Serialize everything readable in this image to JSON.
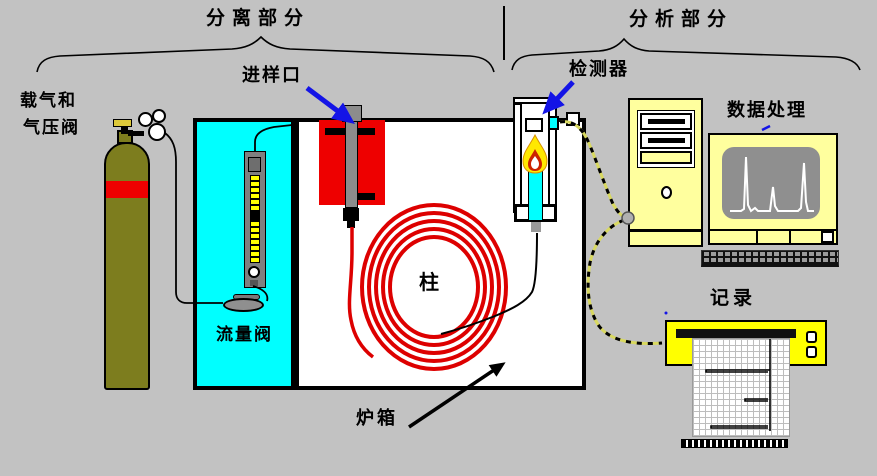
{
  "sections": {
    "separation": {
      "label": "分离部分"
    },
    "analysis": {
      "label": "分析部分"
    }
  },
  "labels": {
    "carrier_gas_line1": "载气和",
    "carrier_gas_line2": "气压阀",
    "injector": "进样口",
    "flow_valve": "流量阀",
    "column": "柱",
    "oven": "炉箱",
    "detector": "检测器",
    "data_processing": "数据处理",
    "recorder": "记录"
  },
  "colors": {
    "background": "#c2c2c2",
    "cylinder_body": "#7d7d1e",
    "cylinder_band": "#ee0000",
    "cylinder_cap": "#ddc93a",
    "flow_panel": "#00ffff",
    "injector_block": "#ee0000",
    "column_coil": "#dd0000",
    "detector_jet": "#00ffff",
    "flame_outer": "#ffe800",
    "flame_inner": "#cc2200",
    "computer_body": "#ffff9e",
    "recorder_body": "#ffff00",
    "monitor_screen": "#8f8f8f",
    "arrow_blue": "#1414e6",
    "arrow_black": "#000000",
    "cable_dash_yellow": "#d8d860"
  }
}
